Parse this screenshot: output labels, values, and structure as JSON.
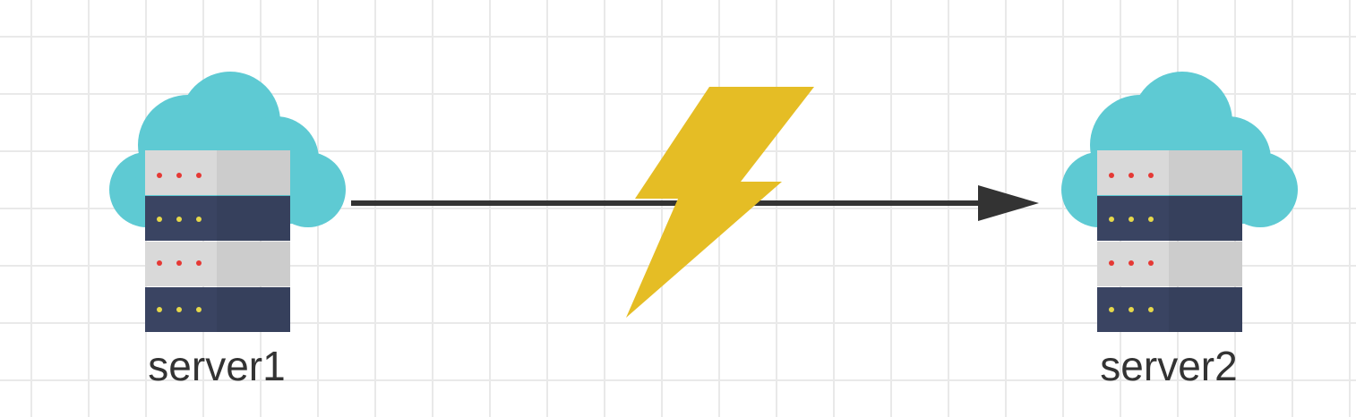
{
  "nodes": {
    "server1": {
      "label": "server1",
      "icon": "cloud-server-icon"
    },
    "server2": {
      "label": "server2",
      "icon": "cloud-server-icon"
    }
  },
  "edges": [
    {
      "from": "server1",
      "to": "server2",
      "style": "arrow",
      "decoration": "lightning-icon"
    }
  ],
  "colors": {
    "cloud": "#5ecad3",
    "cloud_shade": "#4ebfc9",
    "rack_light": "#d9d9d9",
    "rack_dark": "#3a4462",
    "led_red": "#e53935",
    "led_yellow": "#e6d84a",
    "edge": "#333333",
    "lightning": "#e5bd25",
    "grid": "#e9e9e9"
  }
}
